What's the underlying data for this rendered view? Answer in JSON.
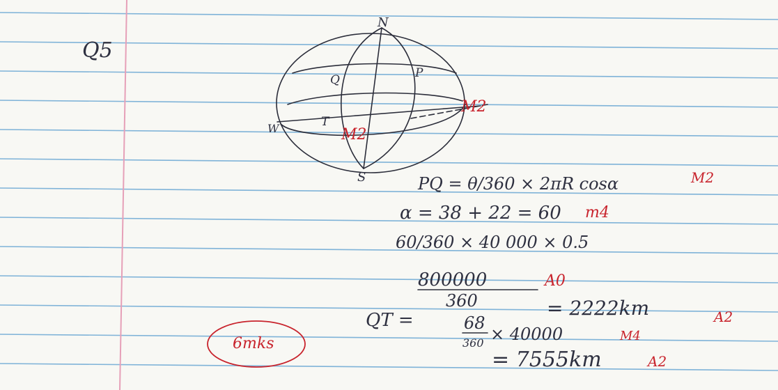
{
  "question_label": "Q5",
  "colors": {
    "paper": "#f8f8f4",
    "rule_line": "#7fb3d8",
    "margin_line": "#e6a0b8",
    "pencil": "#2e3040",
    "marker_red": "#c8232c"
  },
  "figure": {
    "pole_north": "N",
    "pole_south": "S",
    "point_west": "W",
    "point_p": "P",
    "point_q": "Q",
    "point_t": "T",
    "mark_m2_left": "M2",
    "mark_m2_right": "M2"
  },
  "working": {
    "line1": "PQ = θ/360 × 2πR cosα",
    "line1_mark": "M2",
    "line2": "α = 38 + 22 = 60",
    "line2_mark": "m4",
    "line3": "60/360 × 40 000 × 0.5",
    "line4_num": "800000",
    "line4_den": "360",
    "line4_mark": "A0",
    "line5": "= 2222km",
    "line5_mark": "A2",
    "line6_prefix": "QT =",
    "line6_num": "68",
    "line6_den": "360",
    "line6_rest": "× 40000",
    "line6_mark": "M4",
    "line7": "= 7555km",
    "line7_mark": "A2",
    "score": "6mks"
  }
}
